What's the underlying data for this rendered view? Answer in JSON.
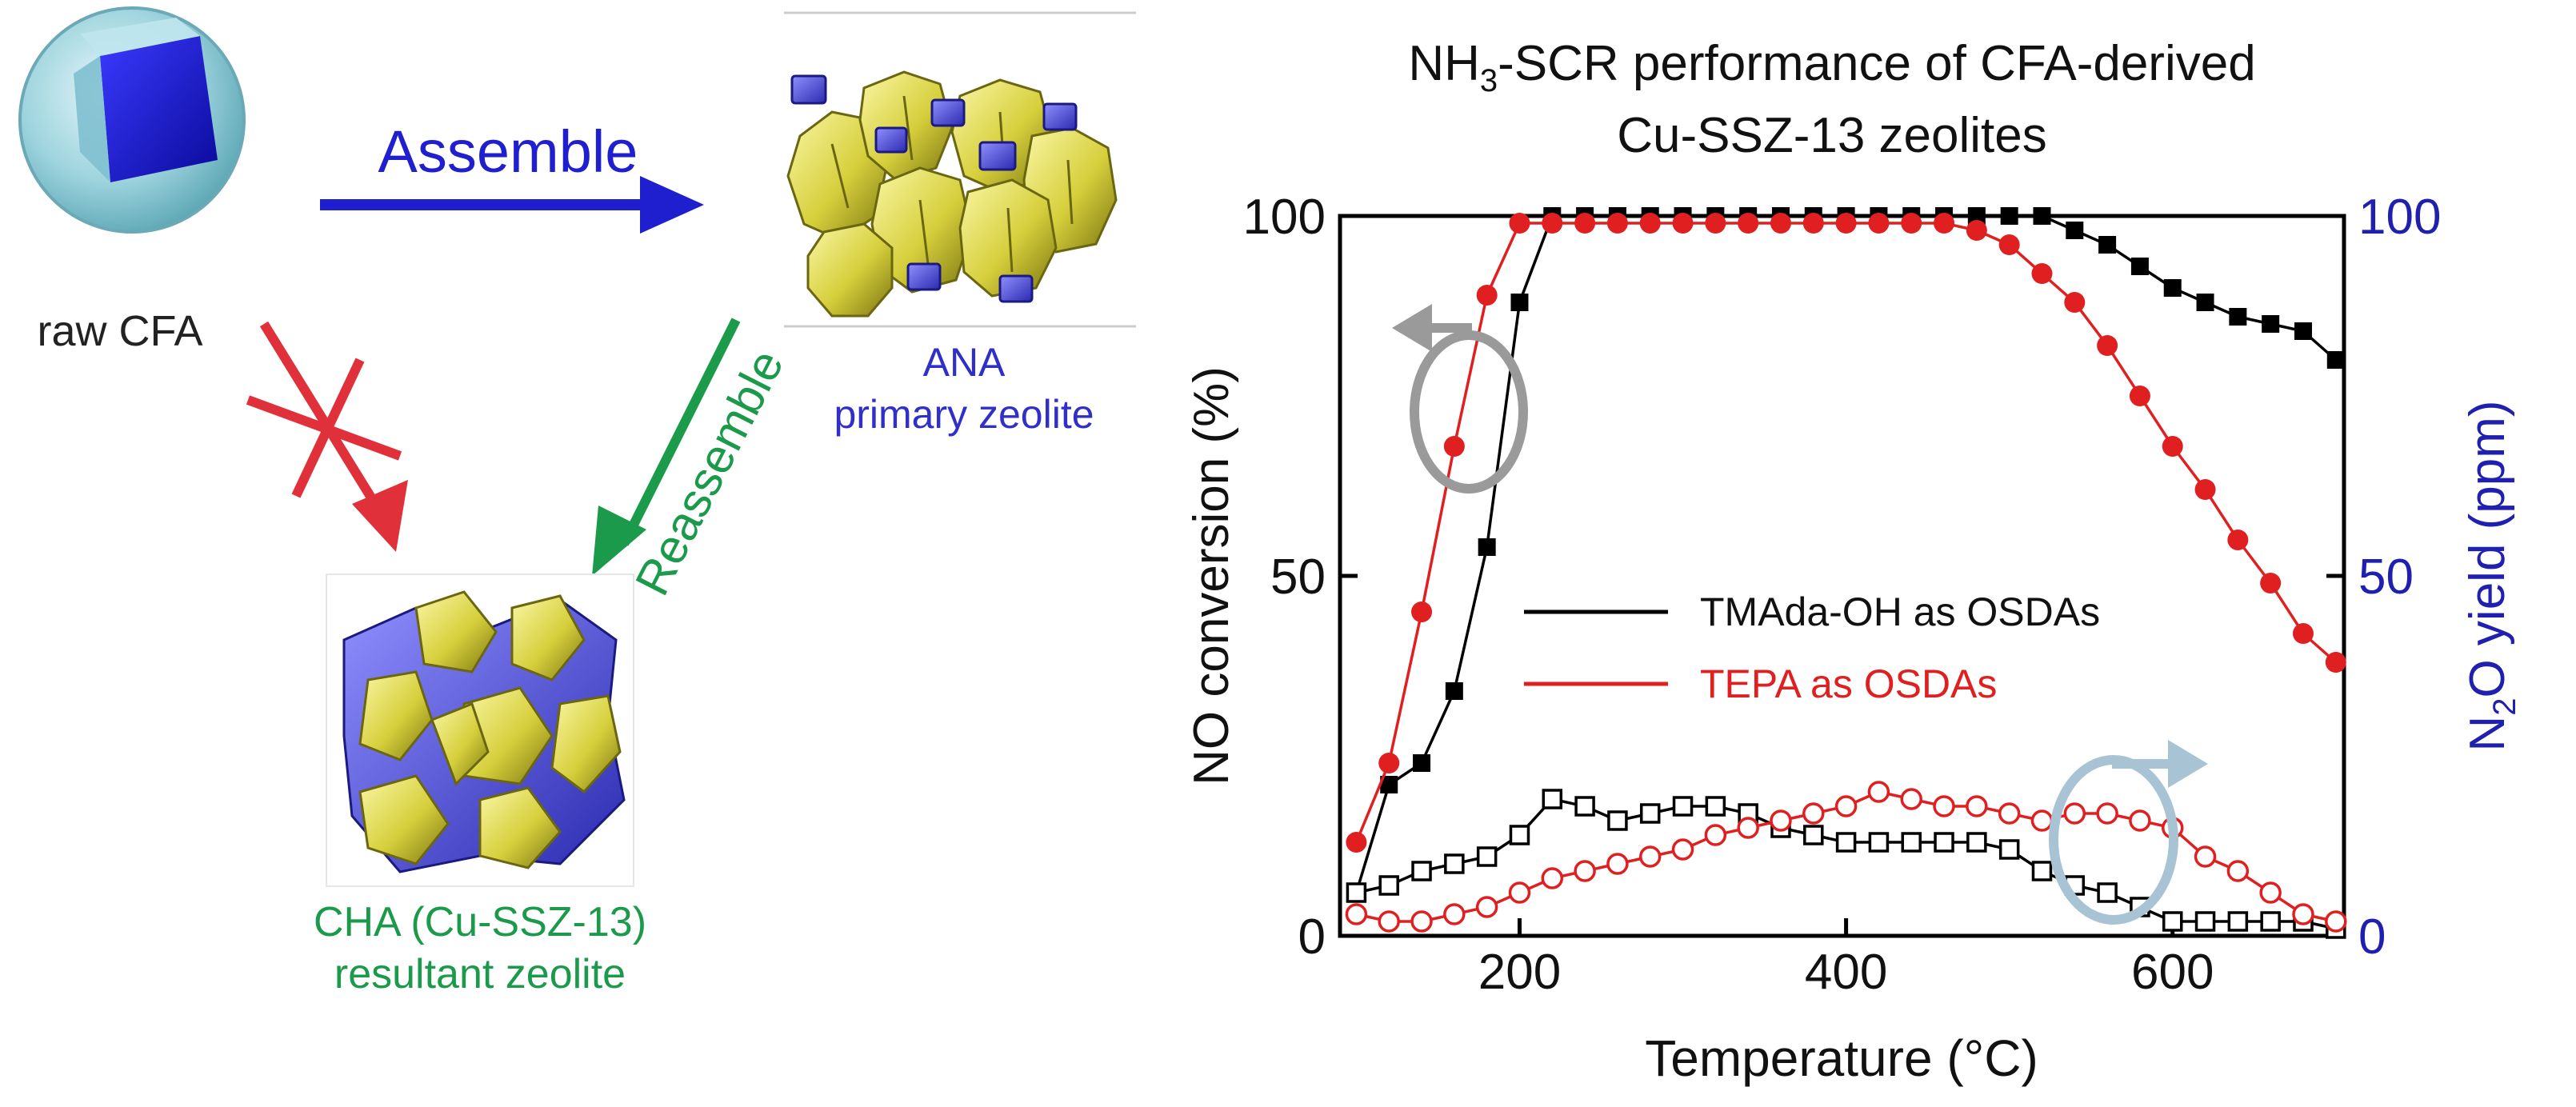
{
  "scheme": {
    "raw_label": "raw CFA",
    "assemble_label": "Assemble",
    "reassemble_label": "Reassemble",
    "ana_line1": "ANA",
    "ana_line2": "primary zeolite",
    "cha_line1": "CHA (Cu-SSZ-13)",
    "cha_line2": "resultant zeolite",
    "colors": {
      "assemble": "#1f1fd0",
      "reassemble": "#1a9a4a",
      "blocked": "#e0303a",
      "ana_text": "#3030c8",
      "cha_text": "#1a9a4a"
    }
  },
  "chart_data": {
    "type": "line",
    "title_line1_prefix": "NH",
    "title_line1_sub": "3",
    "title_line1_suffix": "-SCR performance of CFA-derived",
    "title_line2": "Cu-SSZ-13 zeolites",
    "xlabel": "Temperature (°C)",
    "ylabel_left": "NO conversion (%)",
    "ylabel_right_prefix": "N",
    "ylabel_right_sub": "2",
    "ylabel_right_suffix": "O yield (ppm)",
    "xlim": [
      90,
      705
    ],
    "ylim_left": [
      0,
      100
    ],
    "ylim_right": [
      0,
      100
    ],
    "x_ticks": [
      "200",
      "400",
      "600"
    ],
    "y_ticks_left": [
      "0",
      "50",
      "100"
    ],
    "y_ticks_right": [
      "0",
      "50",
      "100"
    ],
    "legend": [
      {
        "label": "TMAda-OH as OSDAs",
        "color": "#000000"
      },
      {
        "label": "TEPA as OSDAs",
        "color": "#e02020"
      }
    ],
    "series": [
      {
        "name": "TMAda-OH as OSDAs",
        "axis": "left",
        "marker": "square-filled",
        "color": "#000000",
        "x": [
          100,
          120,
          140,
          160,
          180,
          200,
          220,
          240,
          260,
          280,
          300,
          320,
          340,
          360,
          380,
          400,
          420,
          440,
          460,
          480,
          500,
          520,
          540,
          560,
          580,
          600,
          620,
          640,
          660,
          680,
          700
        ],
        "y": [
          6,
          21,
          24,
          34,
          54,
          88,
          100,
          100,
          100,
          100,
          100,
          100,
          100,
          100,
          100,
          100,
          100,
          100,
          100,
          100,
          100,
          100,
          98,
          96,
          93,
          90,
          88,
          86,
          85,
          84,
          80
        ]
      },
      {
        "name": "TEPA as OSDAs",
        "axis": "left",
        "marker": "circle-filled",
        "color": "#e02020",
        "x": [
          100,
          120,
          140,
          160,
          180,
          200,
          220,
          240,
          260,
          280,
          300,
          320,
          340,
          360,
          380,
          400,
          420,
          440,
          460,
          480,
          500,
          520,
          540,
          560,
          580,
          600,
          620,
          640,
          660,
          680,
          700
        ],
        "y": [
          13,
          24,
          45,
          68,
          89,
          99,
          99,
          99,
          99,
          99,
          99,
          99,
          99,
          99,
          99,
          99,
          99,
          99,
          99,
          98,
          96,
          92,
          88,
          82,
          75,
          68,
          62,
          55,
          49,
          42,
          38
        ]
      },
      {
        "name": "TMAda-OH as OSDAs",
        "axis": "right",
        "marker": "square-open",
        "color": "#000000",
        "x": [
          100,
          120,
          140,
          160,
          180,
          200,
          220,
          240,
          260,
          280,
          300,
          320,
          340,
          360,
          380,
          400,
          420,
          440,
          460,
          480,
          500,
          520,
          540,
          560,
          580,
          600,
          620,
          640,
          660,
          680,
          700
        ],
        "y": [
          6,
          7,
          9,
          10,
          11,
          14,
          19,
          18,
          16,
          17,
          18,
          18,
          17,
          15,
          14,
          13,
          13,
          13,
          13,
          13,
          12,
          9,
          7,
          6,
          4,
          2,
          2,
          2,
          2,
          2,
          1
        ]
      },
      {
        "name": "TEPA as OSDAs",
        "axis": "right",
        "marker": "circle-open",
        "color": "#e02020",
        "x": [
          100,
          120,
          140,
          160,
          180,
          200,
          220,
          240,
          260,
          280,
          300,
          320,
          340,
          360,
          380,
          400,
          420,
          440,
          460,
          480,
          500,
          520,
          540,
          560,
          580,
          600,
          620,
          640,
          660,
          680,
          700
        ],
        "y": [
          3,
          2,
          2,
          3,
          4,
          6,
          8,
          9,
          10,
          11,
          12,
          14,
          15,
          16,
          17,
          18,
          20,
          19,
          18,
          18,
          17,
          16,
          17,
          17,
          16,
          15,
          11,
          9,
          6,
          3,
          2
        ]
      }
    ],
    "indicators": [
      {
        "name": "left-axis-indicator",
        "color": "#9a9a9a",
        "points_to": "left"
      },
      {
        "name": "right-axis-indicator",
        "color": "#a8c4d4",
        "points_to": "right"
      }
    ],
    "colors": {
      "left_axis_text": "#000000",
      "right_axis_text": "#2020b0"
    }
  }
}
